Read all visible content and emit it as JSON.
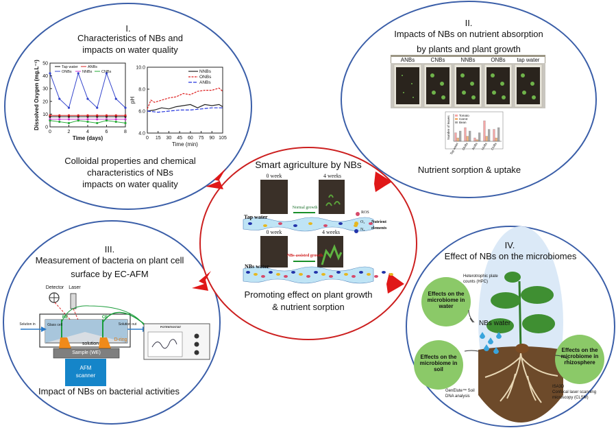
{
  "center": {
    "title": "Smart agriculture by NBs",
    "caption_line1": "Promoting effect on plant growth",
    "caption_line2": "& nutrient sorption",
    "week0_top": "0 week",
    "week4_top": "4 weeks",
    "normal_growth": "Normal growth",
    "tap_water": "Tap water",
    "week0_bottom": "0 week",
    "week4_bottom": "4 weeks",
    "nbs_assisted_growth": "NBs-assisted growth",
    "nbs_water": "NBs water",
    "legend_ros": "ROS",
    "legend_o2": "O₂",
    "legend_n2": "N₂",
    "legend_nutrient_line1": "Nutrient",
    "legend_nutrient_line2": "elements"
  },
  "panel1": {
    "numeral": "I.",
    "title_line1": "Characteristics of NBs and",
    "title_line2": "impacts on water quality",
    "caption_line1": "Colloidal properties and chemical",
    "caption_line2": "characteristics of NBs",
    "caption_line3": "impacts on water quality"
  },
  "panel2": {
    "numeral": "II.",
    "title_line1": "Impacts of NBs on nutrient absorption",
    "title_line2": "by plants and plant growth",
    "tray_labels": [
      "ANBs",
      "CNBs",
      "NNBs",
      "ONBs",
      "tap water"
    ],
    "caption": "Nutrient sorption & uptake"
  },
  "panel3": {
    "numeral": "III.",
    "title_line1": "Measurement of bacteria on plant cell",
    "title_line2": "surface by EC-AFM",
    "detector": "Detector",
    "laser": "Laser",
    "re": "RE",
    "ce": "CE",
    "glass_cell": "Glass cell",
    "solution_in": "Solution in",
    "solution_out": "Solution out",
    "solution": "solution",
    "d_ring": "D-ring",
    "sample": "Sample (WE)",
    "afm_line1": "AFM",
    "afm_line2": "scanner",
    "potentiostat": "POTENTIOSTAT",
    "caption": "Impact of NBs on bacterial activities"
  },
  "panel4": {
    "numeral": "IV.",
    "title": "Effect of NBs on the microbiomes",
    "hpc_line1": "Heterotrophic plate",
    "hpc_line2": "counts (HPC)",
    "water_circle": "Effects on the microbiome in water",
    "soil_circle": "Effects on the microbiome in soil",
    "rhizo_circle": "Effects on the microbiome in rhizosphere",
    "nbs_water": "NBs water",
    "genelute_line1": "GenElute™ Soil",
    "genelute_line2": "DNA analysis",
    "clsm_line1": "ISA3D",
    "clsm_line2": "Confocal laser scanning",
    "clsm_line3": "microscopy (CLSM)"
  },
  "chart_data": [
    {
      "type": "line",
      "xlabel": "Time (days)",
      "ylabel": "Dissolved Oxygen (mg.L⁻¹)",
      "xlim": [
        0,
        8
      ],
      "ylim": [
        0,
        50
      ],
      "xticks": [
        0,
        2,
        4,
        6,
        8
      ],
      "yticks": [
        0,
        10,
        20,
        30,
        40,
        50
      ],
      "x": [
        0,
        1,
        2,
        3,
        4,
        5,
        6,
        7,
        8
      ],
      "legend": "top",
      "series": [
        {
          "name": "Tap water",
          "color": "#111111",
          "values": [
            8,
            8,
            8,
            8,
            8,
            8,
            8,
            8,
            8
          ]
        },
        {
          "name": "ANBs",
          "color": "#d62020",
          "values": [
            9,
            9,
            9,
            9,
            9,
            9,
            9,
            9,
            9
          ]
        },
        {
          "name": "ONBs",
          "color": "#3344cc",
          "values": [
            42,
            22,
            15,
            42,
            22,
            15,
            42,
            22,
            15
          ]
        },
        {
          "name": "NNBs",
          "color": "#cc33cc",
          "values": [
            6,
            6,
            6,
            6,
            6,
            6,
            6,
            6,
            6
          ]
        },
        {
          "name": "CNBs",
          "color": "#22aa33",
          "values": [
            5,
            4,
            3,
            5,
            4,
            3,
            5,
            4,
            3
          ]
        }
      ]
    },
    {
      "type": "line",
      "xlabel": "Time (min)",
      "ylabel": "pH",
      "xlim": [
        0,
        105
      ],
      "ylim": [
        4,
        10
      ],
      "xticks": [
        0,
        15,
        30,
        45,
        60,
        75,
        90,
        105
      ],
      "yticks": [
        4.0,
        6.0,
        8.0,
        10.0
      ],
      "legend": "top-right",
      "series": [
        {
          "name": "NNBs",
          "color": "#222222",
          "x": [
            0,
            10,
            20,
            30,
            40,
            50,
            60,
            70,
            80,
            90,
            100,
            105
          ],
          "values": [
            6.0,
            6.1,
            6.3,
            6.2,
            6.4,
            6.5,
            6.6,
            6.3,
            6.6,
            6.5,
            6.6,
            6.4
          ]
        },
        {
          "name": "ONBs",
          "color": "#dd1c1c",
          "x": [
            0,
            5,
            10,
            20,
            30,
            40,
            50,
            60,
            70,
            80,
            90,
            100,
            105
          ],
          "values": [
            6.2,
            7.0,
            6.8,
            7.0,
            7.2,
            7.3,
            7.6,
            7.5,
            7.8,
            7.9,
            7.9,
            8.1,
            7.8
          ]
        },
        {
          "name": "ANBs",
          "color": "#2233dd",
          "x": [
            0,
            15,
            30,
            45,
            60,
            75,
            90,
            105
          ],
          "values": [
            6.0,
            5.9,
            6.0,
            6.1,
            6.1,
            6.2,
            6.3,
            6.3
          ]
        }
      ]
    },
    {
      "type": "bar",
      "ylabel": "Number of leaves",
      "categories": [
        "Tap water",
        "ONBs",
        "ANBs",
        "NNBs",
        "CNBs"
      ],
      "ylim": [
        0,
        16
      ],
      "legend": "top-left",
      "series": [
        {
          "name": "Tomato",
          "color": "#f4a7a7",
          "values": [
            5,
            8,
            2,
            12,
            7
          ]
        },
        {
          "name": "Carrot",
          "color": "#f2b27a",
          "values": [
            2,
            3,
            1,
            3,
            2
          ]
        },
        {
          "name": "Bean",
          "color": "#a8a8a8",
          "values": [
            6,
            6,
            5,
            7,
            8
          ]
        }
      ]
    }
  ]
}
